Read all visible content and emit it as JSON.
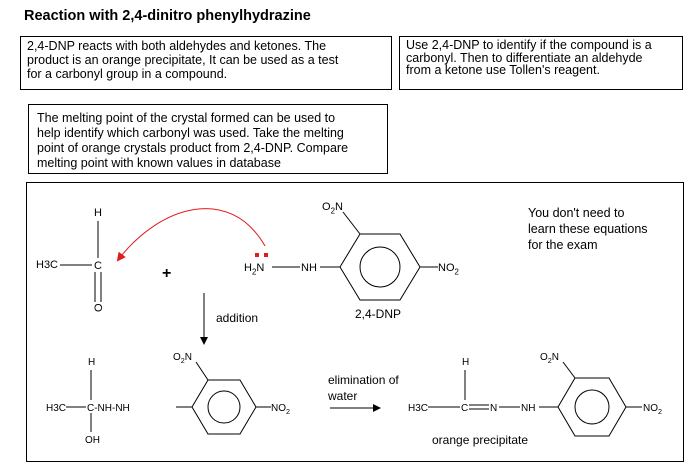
{
  "title": "Reaction with 2,4-dinitro phenylhydrazine",
  "box1": {
    "lines": [
      "2,4-DNP reacts with both aldehydes and ketones. The",
      "product is an orange precipitate, It can be used as a test",
      "for a carbonyl group in a compound."
    ]
  },
  "box2": {
    "lines": [
      "Use 2,4-DNP to identify if the compound is a",
      "carbonyl. Then to differentiate an aldehyde",
      "from a ketone use Tollen's reagent."
    ]
  },
  "box3": {
    "lines": [
      "The melting point of the crystal formed can be used to",
      "help identify which carbonyl was used. Take the  melting",
      "point of orange crystals product from 2,4-DNP. Compare",
      "melting point with known values in database"
    ]
  },
  "note": {
    "lines": [
      "You don't need to",
      "learn these equations",
      "for the exam"
    ]
  },
  "scheme": {
    "aldehyde": {
      "h": "H",
      "h3c": "H3C",
      "c": "C",
      "o": "O"
    },
    "plus": "+",
    "dnp": {
      "h2n": "H2N",
      "nh": "NH",
      "o2n": "O2N",
      "no2": "NO2",
      "label": "2,4-DNP"
    },
    "addition_label": "addition",
    "intermediate": {
      "h": "H",
      "h3c": "H3C",
      "chain": "C-NH-NH",
      "o2n": "O2N",
      "no2": "NO2",
      "oh": "OH"
    },
    "elimination": [
      "elimination of",
      "water"
    ],
    "product": {
      "h": "H",
      "h3c": "H3C",
      "c": "C",
      "n": "N",
      "nh": "NH",
      "o2n": "O2N",
      "no2": "NO2",
      "label": "orange precipitate"
    }
  },
  "colors": {
    "arrow": "#e01b1b",
    "lone_pair": "#e01b1b"
  }
}
